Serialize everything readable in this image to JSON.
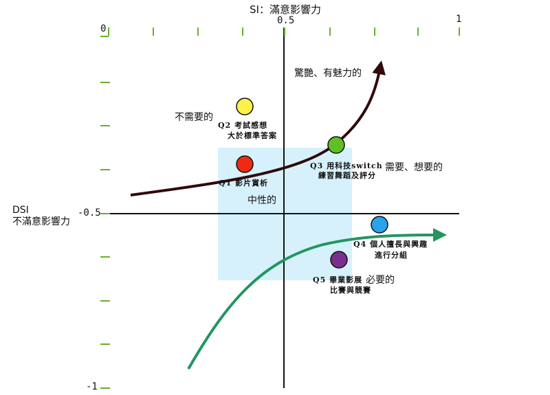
{
  "chart_data": {
    "type": "scatter",
    "title": "Kano Model Quadrant (SI vs DSI)",
    "xlabel": "SI：滿意影響力",
    "ylabel": "DSI 不滿意影響力",
    "xlim": [
      0,
      1
    ],
    "ylim": [
      -1,
      0
    ],
    "x_ticks": [
      "0",
      "0.5",
      "1"
    ],
    "y_ticks": [
      "-0.5",
      "-1"
    ],
    "x_axis_position": "top",
    "points": [
      {
        "id": "Q1",
        "label": "Q1 影片賞析",
        "x": 0.39,
        "y": -0.41,
        "color": "#ee2a12"
      },
      {
        "id": "Q2",
        "label": "Q2 考試感想大於標準答案",
        "x": 0.39,
        "y": -0.19,
        "color": "#fff04a"
      },
      {
        "id": "Q3",
        "label": "Q3 用科技switch練習舞蹈及評分",
        "x": 0.64,
        "y": -0.39,
        "color": "#5fbf24"
      },
      {
        "id": "Q4",
        "label": "Q4 個人擅長與興趣進行分組",
        "x": 0.78,
        "y": -0.54,
        "color": "#2aa3ea"
      },
      {
        "id": "Q5",
        "label": "Q5 畢業影展比賽與競賽",
        "x": 0.64,
        "y": -0.64,
        "color": "#7a2f8f"
      }
    ],
    "categories": [
      "驚艷、有魅力的",
      "不需要的",
      "需要、想要的",
      "中性的",
      "必要的"
    ],
    "neutral_region": {
      "x": [
        0.31,
        0.69
      ],
      "y": [
        -0.73,
        -0.37
      ]
    },
    "grid": false,
    "legend": "none"
  },
  "axes": {
    "x_title": "SI：滿意影響力",
    "y_title_line1": "DSI",
    "y_title_line2": "不滿意影響力",
    "x_tick_0": "0",
    "x_tick_mid": "0.5",
    "x_tick_1": "1",
    "y_tick_mid": "-0.5",
    "y_tick_min": "-1"
  },
  "categories": {
    "attractive": "驚艷、有魅力的",
    "indifferent": "不需要的",
    "one_dimensional": "需要、想要的",
    "neutral": "中性的",
    "must_be": "必要的"
  },
  "questions": {
    "q1": {
      "line1": "Q1 影片賞析",
      "line2": ""
    },
    "q2": {
      "line1": "Q2 考試感想",
      "line2": "大於標準答案"
    },
    "q3": {
      "line1": "Q3 用科技switch",
      "line2": "練習舞蹈及評分"
    },
    "q4": {
      "line1": "Q4 個人擅長與興趣",
      "line2": "進行分組"
    },
    "q5": {
      "line1": "Q5 畢業影展",
      "line2": "比賽與競賽"
    }
  },
  "colors": {
    "tick": "#6aae2a",
    "neutral_box": "#d6f1fb",
    "attractive_curve": "#2f0a0a",
    "must_curve": "#23955f"
  }
}
